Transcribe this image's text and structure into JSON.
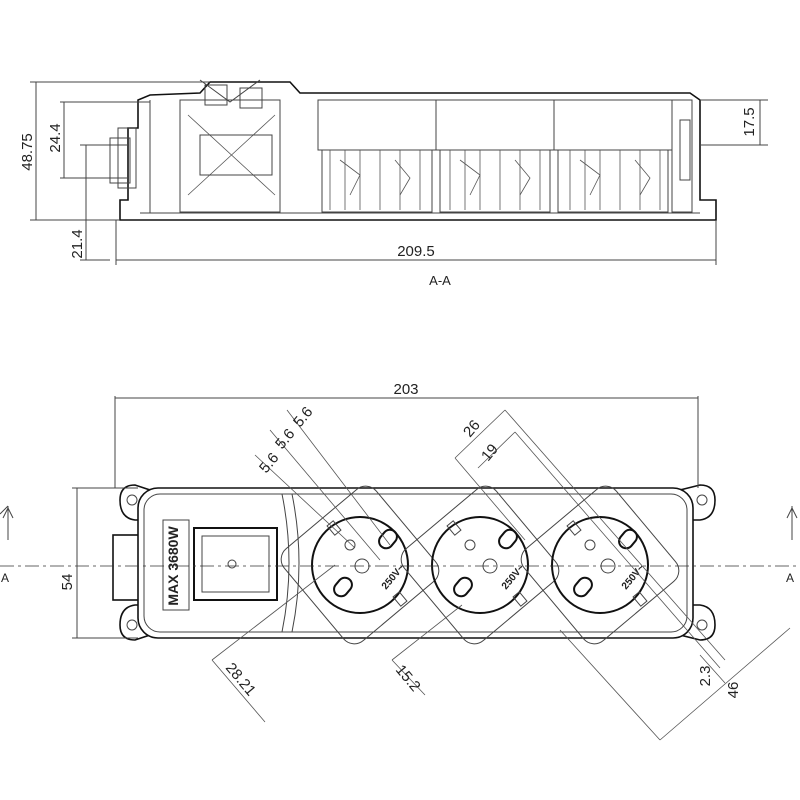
{
  "section_view": {
    "label": "A-A",
    "dim_height_total": "48.75",
    "dim_height_mid": "24.4",
    "dim_height_lower": "21.4",
    "dim_height_right": "17.5",
    "dim_length": "209.5"
  },
  "top_view": {
    "dim_length": "203",
    "dim_width": "54",
    "section_marker_left": "A",
    "section_marker_right": "A",
    "switch_label": "MAX 3680W",
    "outlet_rating": "250V~",
    "dim_pin_offset_1": "5.6",
    "dim_pin_offset_2": "5.6",
    "dim_pin_offset_3": "5.6",
    "dim_outlet_pitch_outer": "26",
    "dim_outlet_pitch_inner": "19",
    "dim_switch_to_outlet": "28.21",
    "dim_outlet_gap": "15.2",
    "dim_small_offset": "2.3",
    "dim_diagonal": "46"
  }
}
